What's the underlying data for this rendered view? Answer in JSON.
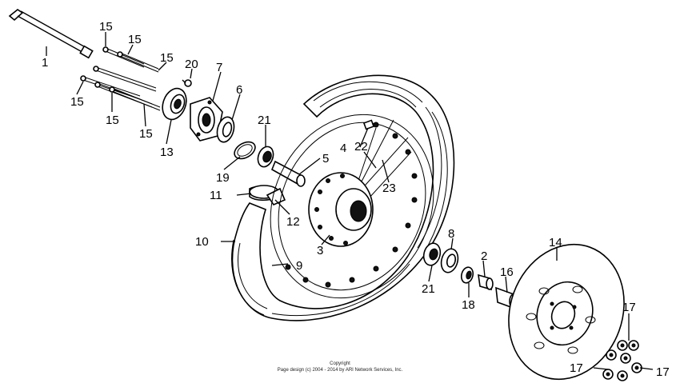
{
  "labels": {
    "p1": "1",
    "p2": "2",
    "p3": "3",
    "p4": "4",
    "p5": "5",
    "p6": "6",
    "p7": "7",
    "p8": "8",
    "p9": "9",
    "p10": "10",
    "p11": "11",
    "p12": "12",
    "p13": "13",
    "p14": "14",
    "p15": "15",
    "p16": "16",
    "p17": "17",
    "p18": "18",
    "p19": "19",
    "p20": "20",
    "p21": "21",
    "p22": "22",
    "p23": "23"
  },
  "copyright": {
    "line1": "Copyright",
    "line2": "Page design (c) 2004 - 2014 by ARI Network Services, Inc."
  }
}
